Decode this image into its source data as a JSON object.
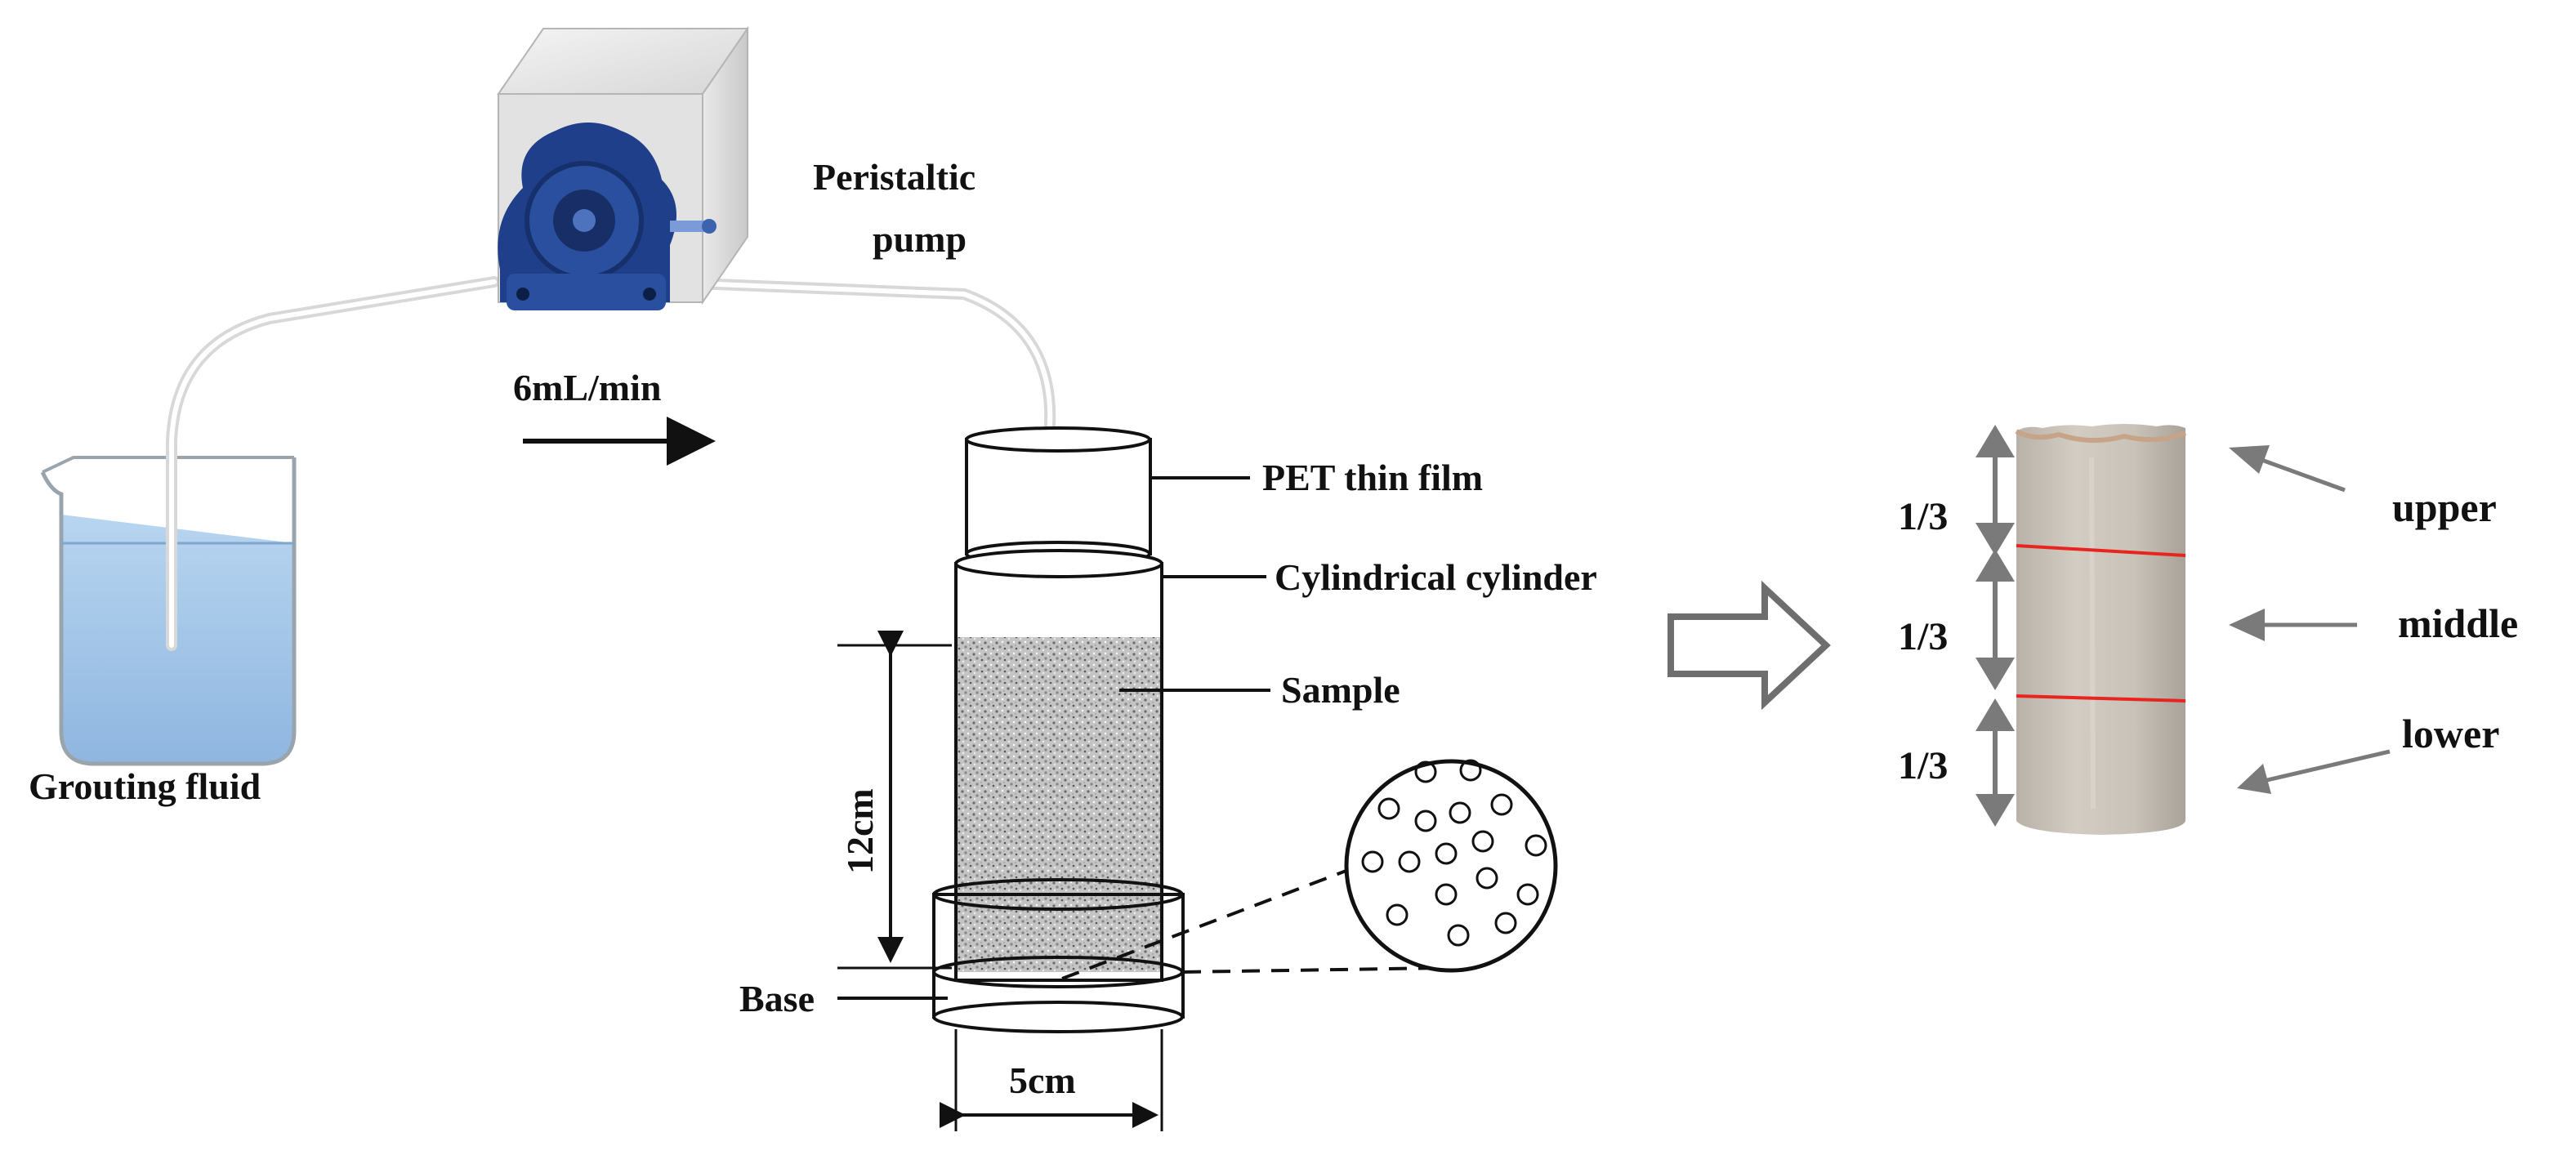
{
  "labels": {
    "grouting_fluid": "Grouting fluid",
    "pump_line1": "Peristaltic",
    "pump_line2": "pump",
    "flow_rate": "6mL/min",
    "pet_film": "PET thin film",
    "cylinder": "Cylindrical cylinder",
    "sample": "Sample",
    "base": "Base",
    "height": "12cm",
    "diameter": "5cm",
    "third_upper": "1/3",
    "third_middle": "1/3",
    "third_lower": "1/3",
    "upper": "upper",
    "middle": "middle",
    "lower": "lower"
  },
  "colors": {
    "fluid": "#a9c8e8",
    "pump_body": "#e6e6e6",
    "pump_head": "#1f3f8a",
    "core": "#cbc5bc",
    "cut_line": "#e8241f",
    "arrow_gray": "#7a7a7a"
  },
  "icons": {
    "beaker": "beaker-icon",
    "pump": "peristaltic-pump-icon",
    "outline_arrow": "outline-arrow-icon"
  }
}
